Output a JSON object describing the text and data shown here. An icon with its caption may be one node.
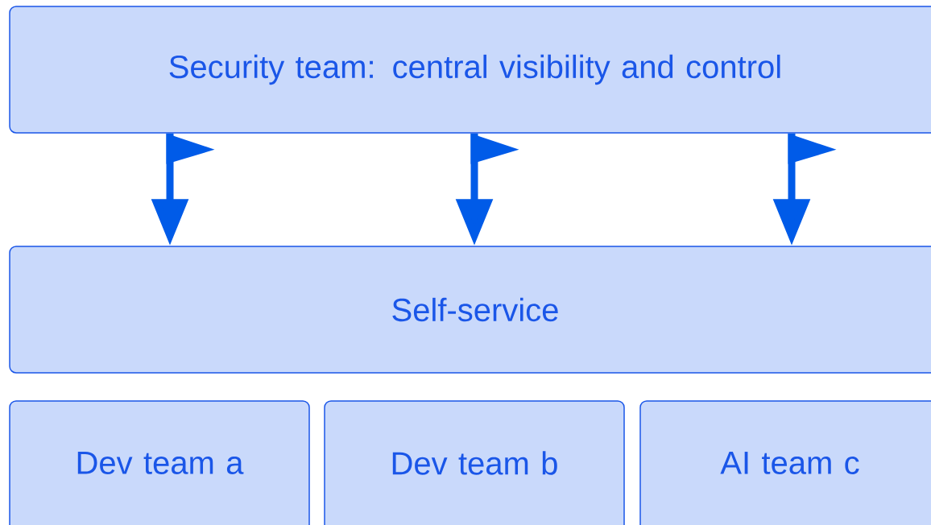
{
  "diagram": {
    "nodes": [
      {
        "text": [
          "Security team: central visibility and control"
        ]
      },
      {
        "text": [
          "Self-service"
        ]
      },
      {
        "text": [
          "Dev team a"
        ]
      },
      {
        "text": [
          "Dev team b"
        ]
      },
      {
        "text": [
          "AI team c"
        ]
      }
    ],
    "edges": [
      {
        "from": 0,
        "to": 1,
        "arrow": "to"
      },
      {
        "from": 0,
        "to": 1,
        "arrow": "to"
      },
      {
        "from": 0,
        "to": 1,
        "arrow": "to"
      }
    ]
  }
}
